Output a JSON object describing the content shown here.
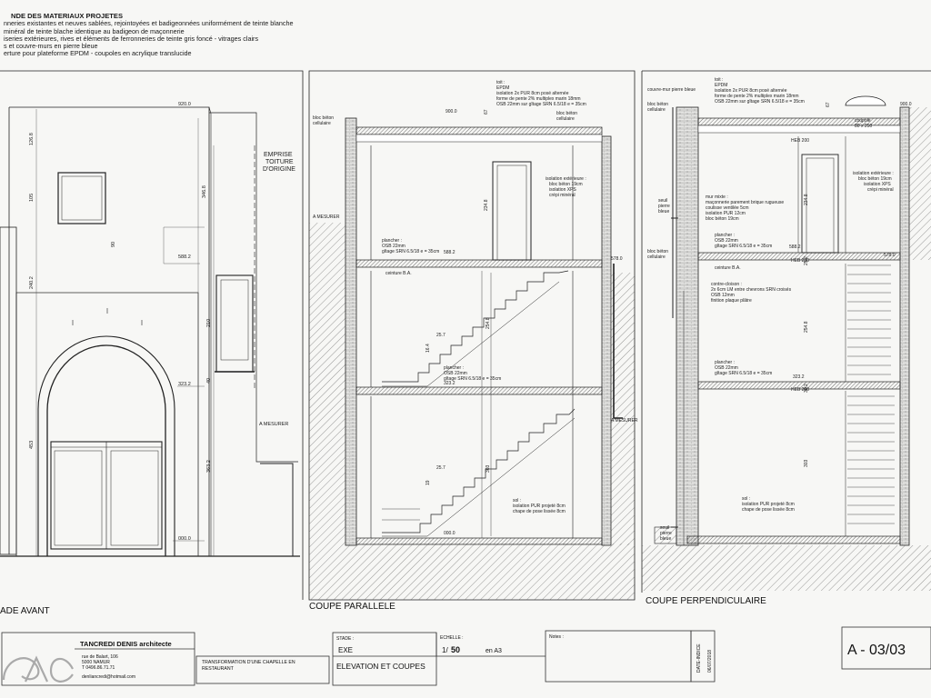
{
  "legend": {
    "title": "NDE DES MATERIAUX PROJETES",
    "lines": [
      "nneries existantes et neuves sablées, rejointoyées et badigeonnées uniformément de teinte blanche",
      "minéral de teinte blache identique au badigeon de maçonnerie",
      "iseries extérieures, rives et éléments de ferronneries de teinte gris foncé - vitrages clairs",
      "s et couvre-murs en pierre bleue",
      "erture pour plateforme EPDM - coupoles en acrylique translucide"
    ]
  },
  "views": {
    "facade": {
      "label": "ADE AVANT",
      "dims": {
        "top": "920.0",
        "h1": "126.8",
        "h2": "105",
        "h3": "240.2",
        "h4": "453",
        "h5": "346.8",
        "h6": "90",
        "h7": "210",
        "h8": "40",
        "h9": "363.2",
        "lvl1": "588.2",
        "lvl2": "323.2",
        "lvl3": "000.0"
      },
      "emprise": [
        "EMPRISE",
        "TOITURE",
        "D'ORIGINE"
      ],
      "mesurer": "A MESURER"
    },
    "coupe1": {
      "label": "COUPE PARALLELE",
      "dims": {
        "top": "900.0",
        "t2": "67",
        "h1": "234.8",
        "lvl1": "588.2",
        "lvl1b": "578.0",
        "lvl2": "323.2",
        "lvl3": "000.0",
        "s1": "25.7",
        "s2": "16.4",
        "s3": "19",
        "s4": "25.7",
        "s5": "303",
        "s6": "254.8"
      },
      "notes": {
        "toit": [
          "toit :",
          "EPDM",
          "isolation 2x PUR 8cm posé alternée",
          "forme de pente 2% multiplex marin 18mm",
          "OSB 22mm sur gîtage SRN 6.5/18 e = 35cm"
        ],
        "bloc": [
          "bloc béton",
          "cellulaire"
        ],
        "bloc2": [
          "bloc béton",
          "cellulaire"
        ],
        "iso": [
          "isolation extérieure :",
          "bloc béton 19cm",
          "isolation XPS",
          "crépi minéral"
        ],
        "plancher1": [
          "plancher :",
          "OSB 22mm",
          "gîtage SRN 6.5/18 e = 35cm"
        ],
        "plancher2": [
          "plancher :",
          "OSB 22mm",
          "gîtage SRN 6.5/18 e = 35cm"
        ],
        "ceinture": "ceinture B.A.",
        "sol": [
          "sol :",
          "isolation PUR projeté 8cm",
          "chape de pose lissée 8cm"
        ],
        "mesurer1": "A MESURER",
        "mesurer2": "A MESURER"
      }
    },
    "coupe2": {
      "label": "COUPE PERPENDICULAIRE",
      "dims": {
        "top": "900.0",
        "t2": "67",
        "h1": "234.8",
        "h2": "254.8",
        "h3": "303",
        "h4": "30.2",
        "h5": "25.2",
        "lvl1": "588.2",
        "lvl1b": "578.0",
        "lvl2": "323.2"
      },
      "notes": {
        "couvre": "couvre-mur pierre bleue",
        "toit": [
          "toit :",
          "EPDM",
          "isolation 2x PUR 8cm posé alternée",
          "forme de pente 2% multiplex marin 18mm",
          "OSB 22mm sur gîtage SRN 6.5/18 e = 35cm"
        ],
        "bloc": [
          "bloc béton",
          "cellulaire"
        ],
        "coupole": [
          "coupole",
          "80 x 250"
        ],
        "heb": "HEB 200",
        "iso": [
          "isolation extérieure :",
          "bloc béton 19cm",
          "isolation XPS",
          "crépi minéral"
        ],
        "seuil1": [
          "seuil",
          "pierre",
          "bleue"
        ],
        "mur": [
          "mur mixte :",
          "maçonnerie parement brique rugueuse",
          "coulisse ventilée 5cm",
          "isolation PUR 12cm",
          "bloc béton 19cm"
        ],
        "plancher1": [
          "plancher :",
          "OSB 22mm",
          "gîtage SRN 6.5/18 e = 35cm"
        ],
        "bloc2": [
          "bloc béton",
          "cellulaire"
        ],
        "ceinture": "ceinture B.A.",
        "cloison": [
          "contre-cloison :",
          "2x 6cm LM entre chevrons SRN croisés",
          "OSB 12mm",
          "finition plaque plâtre"
        ],
        "plancher2": [
          "plancher :",
          "OSB 22mm",
          "gîtage SRN 6.5/18 e = 35cm"
        ],
        "sol": [
          "sol :",
          "isolation PUR projeté 8cm",
          "chape de pose lissée 8cm"
        ],
        "seuil2": [
          "seuil",
          "pierre",
          "bleue"
        ]
      }
    }
  },
  "titleblock": {
    "firm": "TANCREDI DENIS architecte",
    "address": [
      "rue de Balart, 106",
      "5000 NAMUR",
      "T 0496.86.71.71",
      "denliancredi@hotmail.com"
    ],
    "project": [
      "TRANSFORMATION D'UNE CHAPELLE EN",
      "RESTAURANT"
    ],
    "stade_label": "STADE :",
    "stade": "EXE",
    "echelle_label": "ECHELLE :",
    "scale_prefix": "1/",
    "scale": "50",
    "format": "en A3",
    "sheet_title": "ELEVATION ET COUPES",
    "notes_label": "Notes :",
    "date_label": "DATE-INDICE",
    "date": "06/07/2018",
    "number": "A - 03/03"
  }
}
